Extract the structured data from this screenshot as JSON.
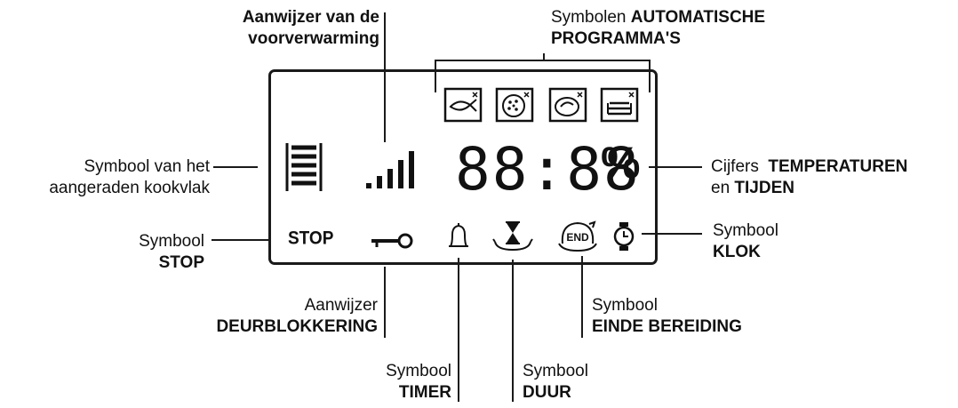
{
  "labels": {
    "preheat": {
      "line1": "Aanwijzer van de",
      "line2": "voorverwarming"
    },
    "auto": {
      "line1_plain": "Symbolen ",
      "line1_bold": "AUTOMATISCHE",
      "line2_bold": "PROGRAMMA'S"
    },
    "cooktop": {
      "line1": "Symbool van het",
      "line2": "aangeraden kookvlak"
    },
    "stop": {
      "line1": "Symbool",
      "line2": "STOP"
    },
    "temps": {
      "line1_plain": "Cijfers  ",
      "line1_bold": "TEMPERATUREN",
      "line2_plain": "en ",
      "line2_bold": "TIJDEN"
    },
    "clock": {
      "line1": "Symbool",
      "line2": "KLOK"
    },
    "doorlock": {
      "line1": "Aanwijzer",
      "line2": "DEURBLOKKERING"
    },
    "end": {
      "line1": "Symbool",
      "line2": "EINDE BEREIDING"
    },
    "timer": {
      "line1": "Symbool",
      "line2": "TIMER"
    },
    "duration": {
      "line1": "Symbool",
      "line2": "DUUR"
    }
  },
  "display": {
    "digits": "88:88",
    "percent": "%",
    "stop_text": "STOP",
    "end_text": "END"
  },
  "icons": [
    "fish-icon",
    "pizza-icon",
    "bread-icon",
    "cake-icon",
    "cooktop-levels-icon",
    "preheat-bars-icon",
    "key-icon",
    "bell-icon",
    "hourglass-icon",
    "end-icon",
    "clock-icon"
  ]
}
